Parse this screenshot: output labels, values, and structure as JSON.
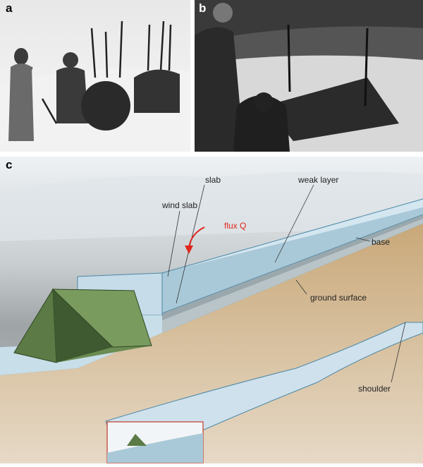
{
  "panels": {
    "a": {
      "label": "a"
    },
    "b": {
      "label": "b"
    },
    "c": {
      "label": "c",
      "annotations": {
        "wind_slab": "wind slab",
        "slab": "slab",
        "flux": "flux Q",
        "weak_layer": "weak layer",
        "base": "base",
        "ground_surface": "ground surface",
        "shoulder": "shoulder"
      }
    }
  },
  "colors": {
    "flux": "#e0261b",
    "tent": "#5b7a45",
    "base_layer": "#3d8aa2",
    "ground": "#c8a777",
    "inset_frame": "#c0392b"
  }
}
